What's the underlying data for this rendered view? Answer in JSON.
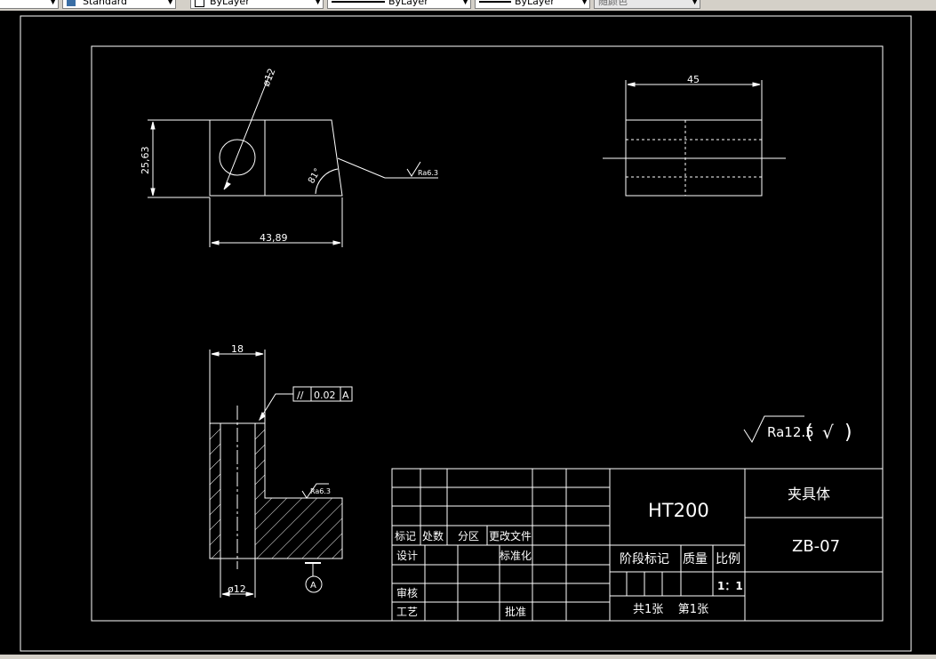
{
  "toolbar": {
    "text_style": "Standard",
    "layer": "ByLayer",
    "linetype": "ByLayer",
    "lineweight": "ByLayer",
    "color": "随颜色"
  },
  "status": {
    "text": ""
  },
  "drawing": {
    "front_view": {
      "dim_diameter": "ø12",
      "dim_height": "25,63",
      "dim_width": "43,89",
      "dim_angle": "81°",
      "roughness": "Ra6.3"
    },
    "top_view": {
      "dim_width": "45"
    },
    "section_view": {
      "dim_top": "18",
      "dim_diameter": "ø12",
      "tolerance_symbol": "//",
      "tolerance_value": "0.02",
      "datum": "A",
      "datum_marker": "A",
      "roughness": "Ra6.3"
    },
    "general_roughness": {
      "value": "Ra12.5",
      "paren_open": "(",
      "check": "√",
      "paren_close": ")"
    }
  },
  "title_block": {
    "row_labels": {
      "mark": "标记",
      "count": "处数",
      "zone": "分区",
      "change_doc": "更改文件",
      "design": "设计",
      "standardize": "标准化",
      "review": "审核",
      "process": "工艺",
      "approve": "批准"
    },
    "material": "HT200",
    "stage_mark": "阶段标记",
    "mass": "质量",
    "scale_label": "比例",
    "scale_value": "1：1",
    "sheets": "共1张    第1张",
    "part_name": "夹具体",
    "drawing_no": "ZB-07"
  }
}
